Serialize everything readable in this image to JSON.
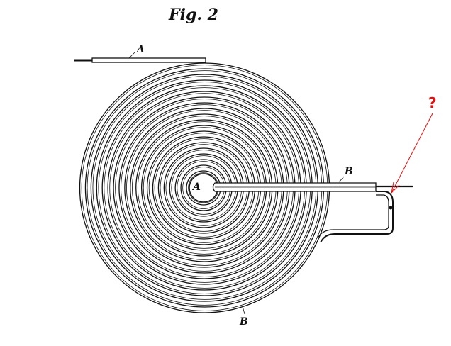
{
  "figure": {
    "title": "Fig. 2",
    "labels": {
      "a_outer": "A",
      "a_center": "A",
      "b_lead": "B",
      "b_bottom": "B"
    },
    "annotation": {
      "text": "?",
      "color": "#e01010"
    },
    "spiral_turns": 20,
    "ink_color": "#111111"
  }
}
